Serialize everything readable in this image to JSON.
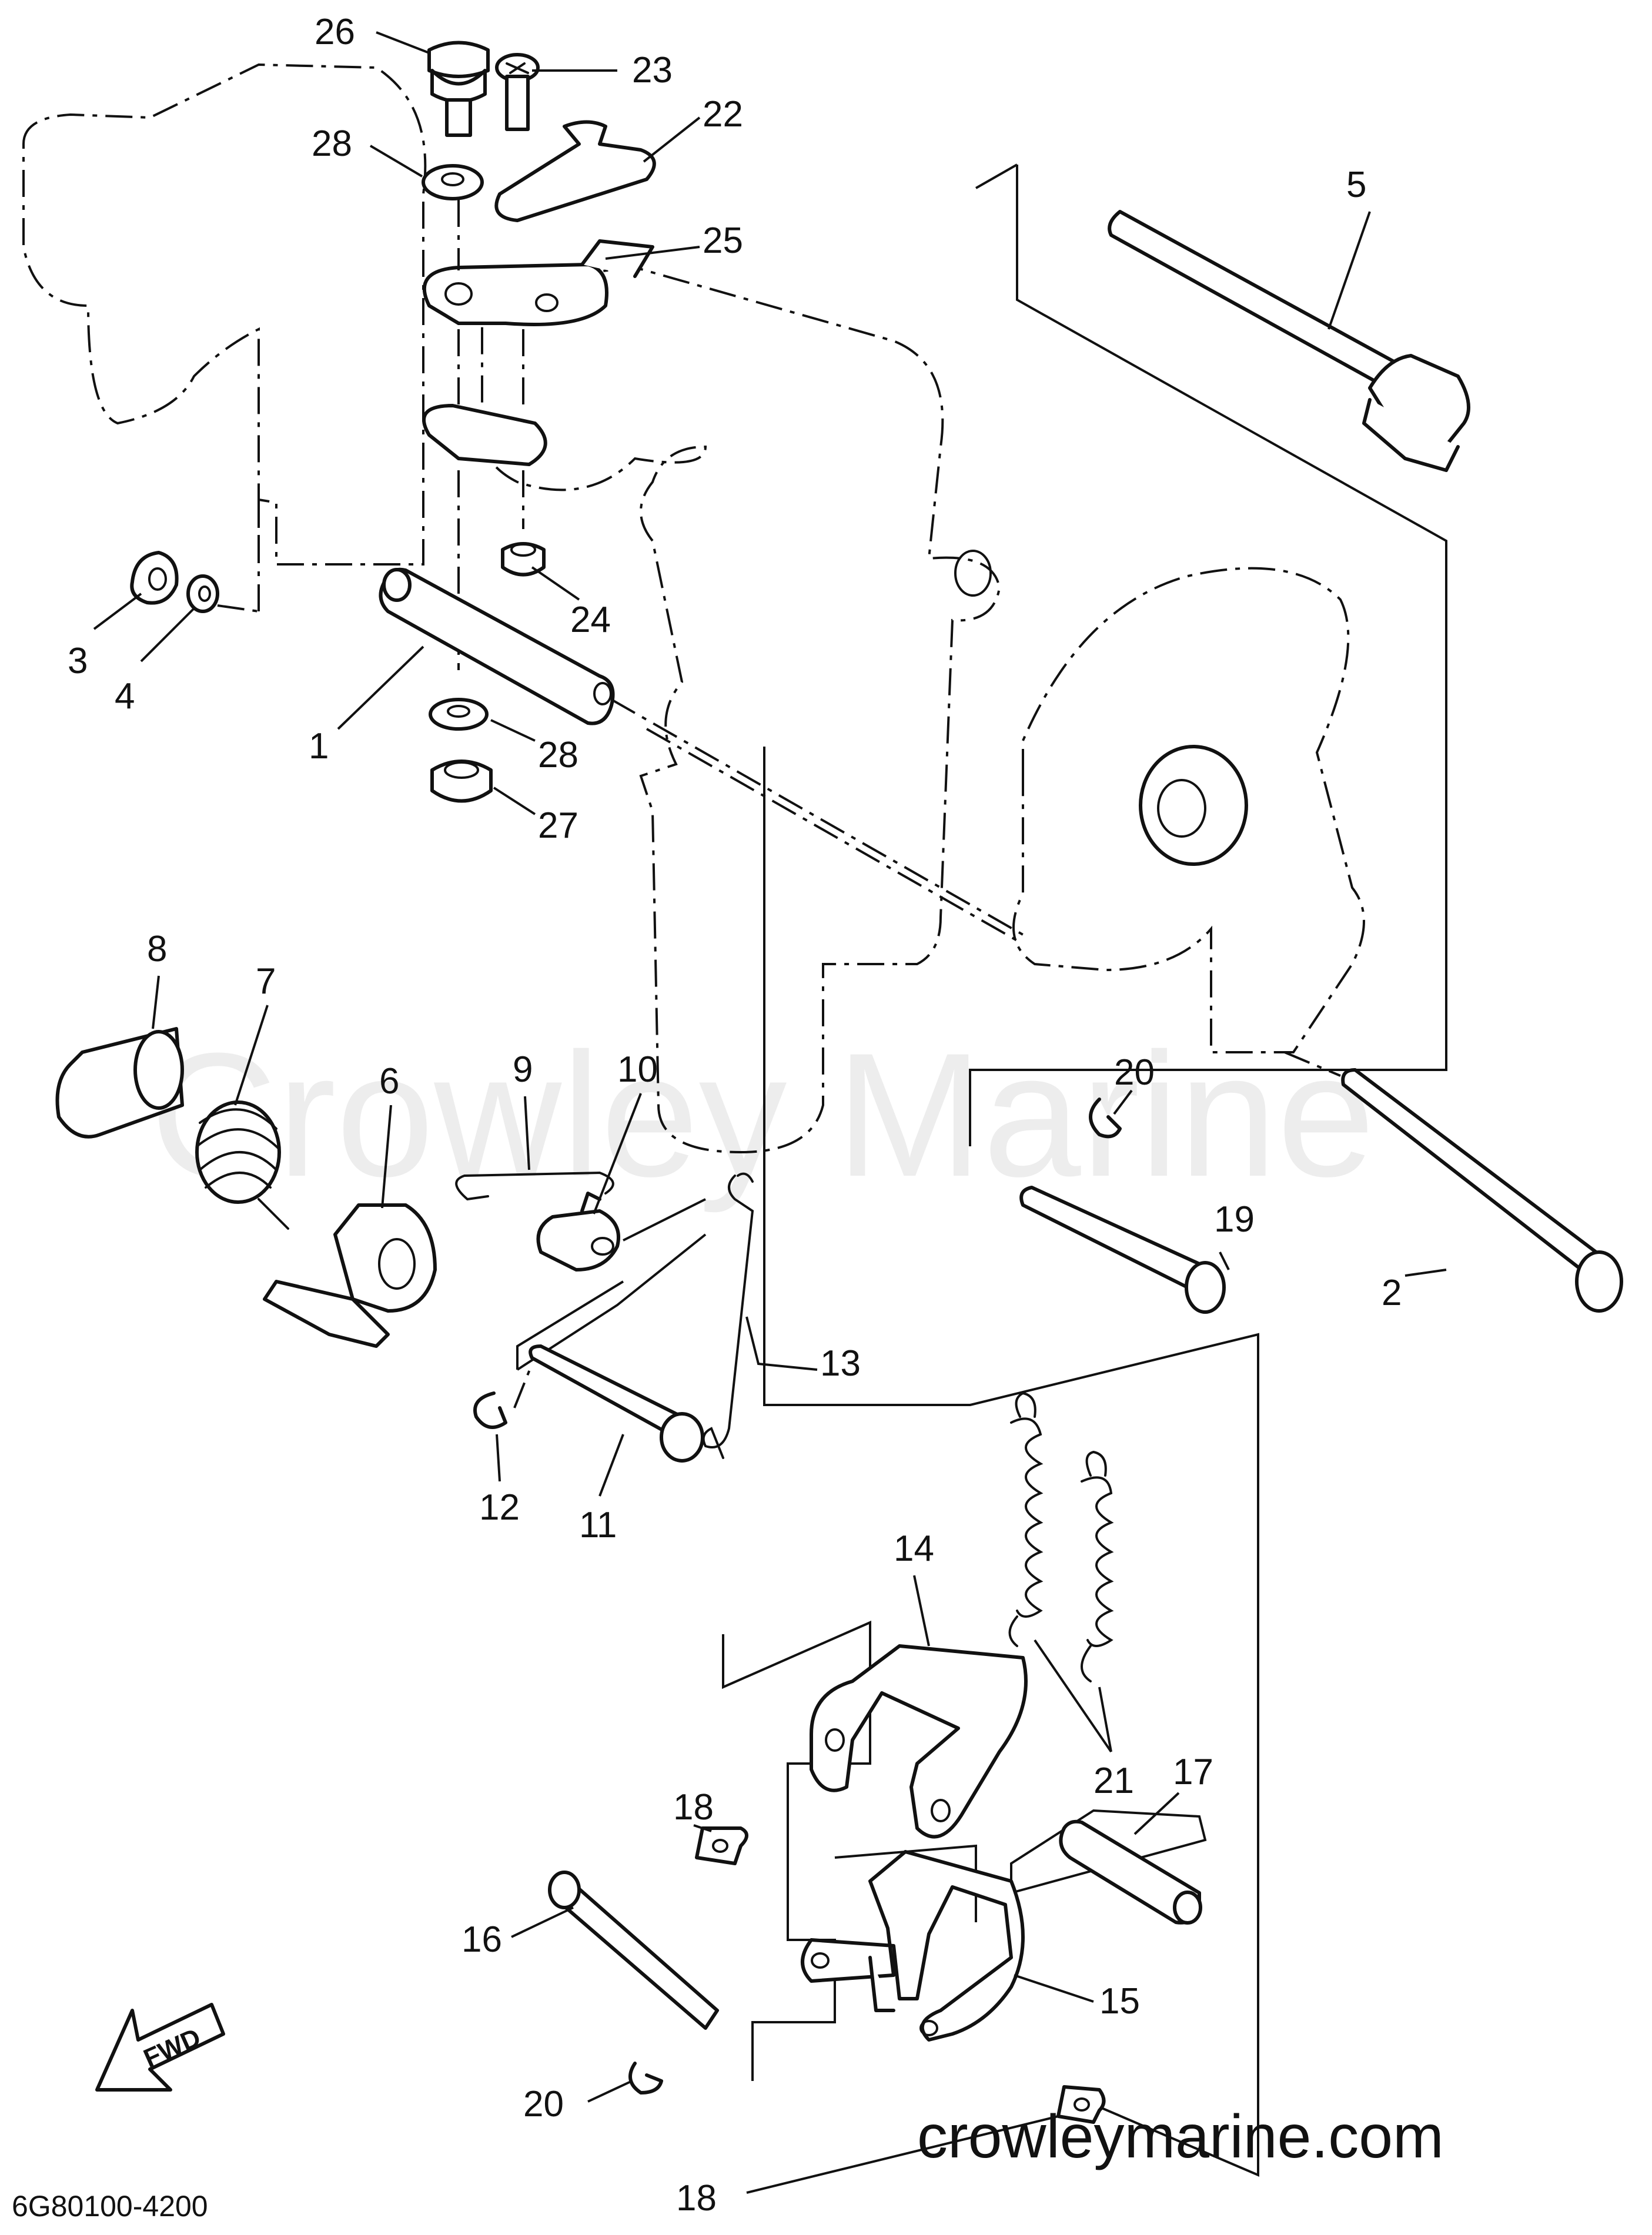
{
  "callouts": [
    {
      "id": "26",
      "label": "26"
    },
    {
      "id": "23",
      "label": "23"
    },
    {
      "id": "22",
      "label": "22"
    },
    {
      "id": "28a",
      "label": "28"
    },
    {
      "id": "25",
      "label": "25"
    },
    {
      "id": "5",
      "label": "5"
    },
    {
      "id": "3",
      "label": "3"
    },
    {
      "id": "4",
      "label": "4"
    },
    {
      "id": "24",
      "label": "24"
    },
    {
      "id": "1",
      "label": "1"
    },
    {
      "id": "28b",
      "label": "28"
    },
    {
      "id": "27",
      "label": "27"
    },
    {
      "id": "8",
      "label": "8"
    },
    {
      "id": "7",
      "label": "7"
    },
    {
      "id": "6",
      "label": "6"
    },
    {
      "id": "9",
      "label": "9"
    },
    {
      "id": "10",
      "label": "10"
    },
    {
      "id": "20a",
      "label": "20"
    },
    {
      "id": "19",
      "label": "19"
    },
    {
      "id": "2",
      "label": "2"
    },
    {
      "id": "13",
      "label": "13"
    },
    {
      "id": "12",
      "label": "12"
    },
    {
      "id": "11",
      "label": "11"
    },
    {
      "id": "14",
      "label": "14"
    },
    {
      "id": "21",
      "label": "21"
    },
    {
      "id": "18a",
      "label": "18"
    },
    {
      "id": "17",
      "label": "17"
    },
    {
      "id": "16",
      "label": "16"
    },
    {
      "id": "15",
      "label": "15"
    },
    {
      "id": "20b",
      "label": "20"
    },
    {
      "id": "18b",
      "label": "18"
    }
  ],
  "fwd_label": "FWD",
  "diagram_code": "6G80100-4200",
  "watermark_text": "Crowley Marine",
  "site_text": "crowleymarine.com",
  "colors": {
    "line": "#111111",
    "background": "#ffffff"
  }
}
